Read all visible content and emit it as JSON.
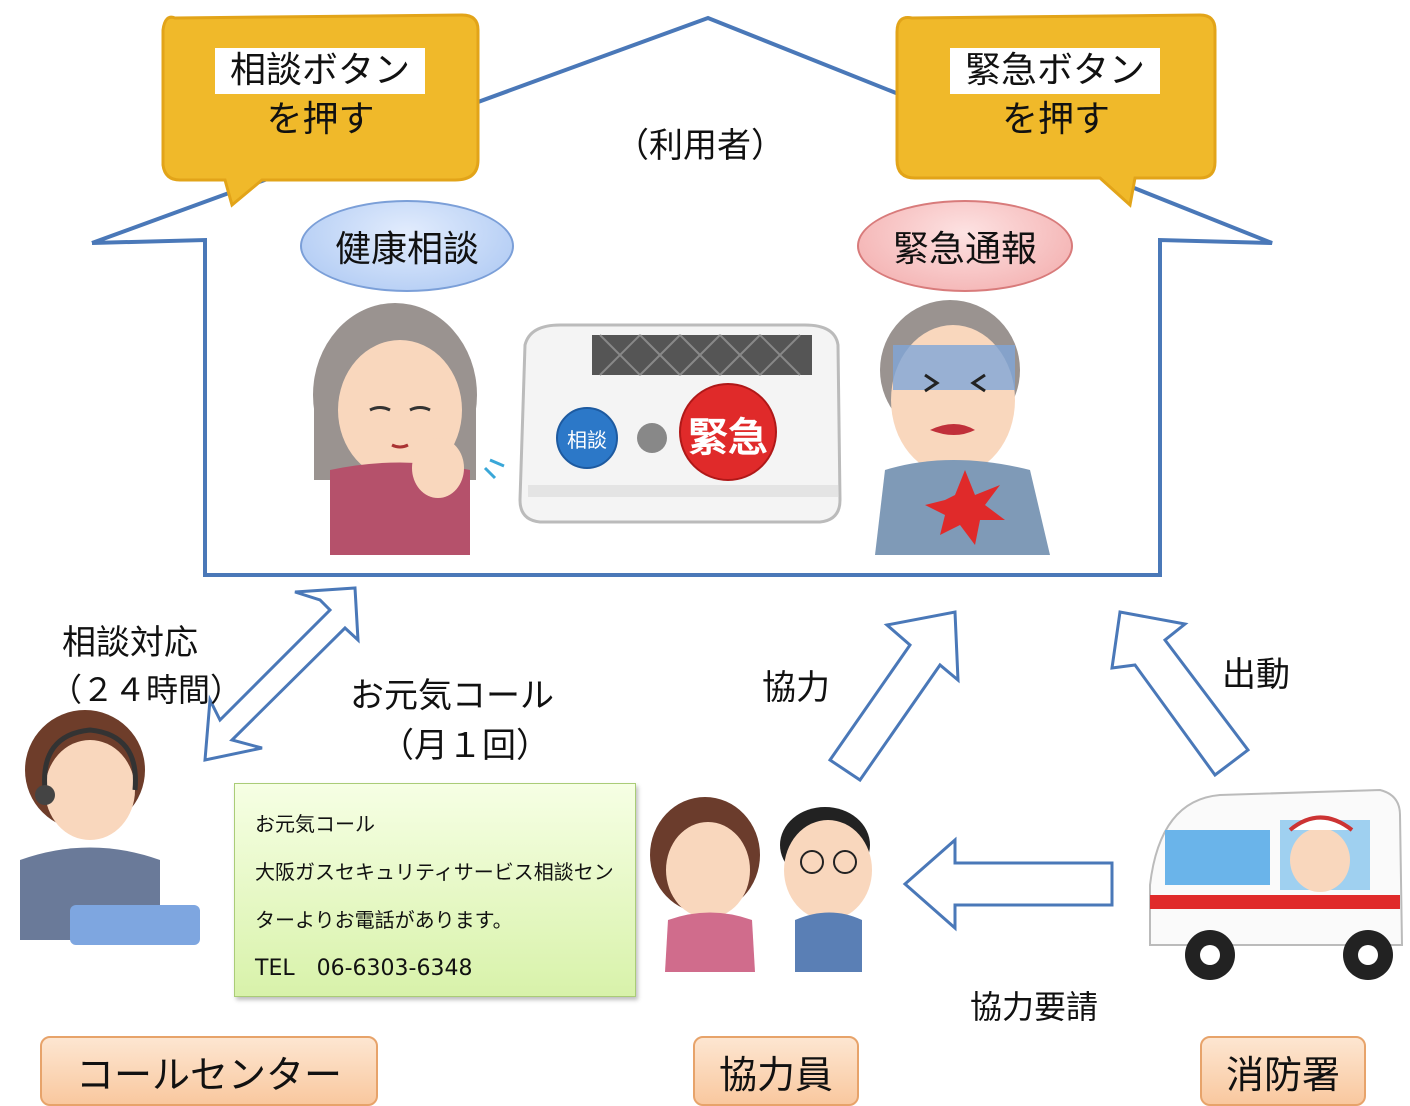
{
  "user_label": "（利用者）",
  "left_bubble": {
    "highlight": "相談ボタン",
    "line2": "を押す"
  },
  "right_bubble": {
    "highlight": "緊急ボタン",
    "line2": "を押す"
  },
  "ovals": {
    "consult": "健康相談",
    "emergency": "緊急通報"
  },
  "device": {
    "consult_button": "相談",
    "emergency_button": "緊急"
  },
  "labels": {
    "consult_support": "相談対応",
    "hours": "（２４時間）",
    "genki_call": "お元気コール",
    "monthly": "（月１回）",
    "cooperate": "協力",
    "dispatch": "出動",
    "cooperate_request": "協力要請"
  },
  "note": {
    "line1": "お元気コール",
    "line2": "大阪ガスセキュリティサービス相談セン",
    "line3": "ターよりお電話があります。",
    "line4": "TEL　06-6303-6348"
  },
  "bottom_buttons": {
    "call_center": "コールセンター",
    "cooperator": "協力員",
    "fire_station": "消防署"
  },
  "colors": {
    "house_line": "#4a78b8",
    "bubble": "#f0b92a",
    "oval_blue": "#a9c6f2",
    "oval_red": "#f2a9a9",
    "button_fill": "#f9c89f",
    "note_fill": "#d8f2aa"
  }
}
